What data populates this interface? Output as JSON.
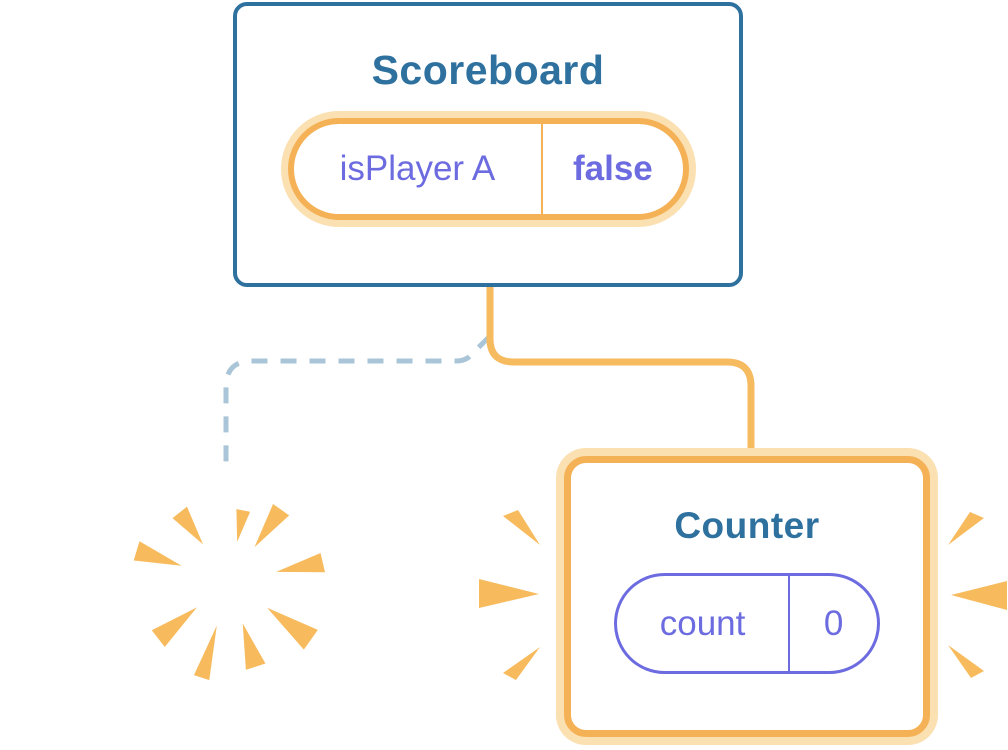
{
  "scoreboard": {
    "title": "Scoreboard",
    "state": {
      "name": "isPlayer A",
      "value": "false"
    }
  },
  "counter": {
    "title": "Counter",
    "state": {
      "name": "count",
      "value": "0"
    }
  },
  "connections": {
    "active_line": "solid orange elbow from Scoreboard to Counter",
    "removed_line": "dashed blue elbow from Scoreboard to destroyed card"
  },
  "icons": {
    "sparkles": "sparkle-icon",
    "poof": "poof-burst-icon",
    "emphasis_left": "emphasis-burst-left-icon",
    "emphasis_right": "emphasis-burst-right-icon"
  },
  "colors": {
    "card_border_blue": "#2E719F",
    "title_blue": "#2E719F",
    "orange_border": "#F5B156",
    "orange_halo": "#FBE0B2",
    "orange_connector": "#F6BA5F",
    "burst_orange": "#F7BB5E",
    "state_purple": "#6C6CE0",
    "dashed_blue": "#A9C5D7",
    "card_background": "#FFFFFF"
  }
}
